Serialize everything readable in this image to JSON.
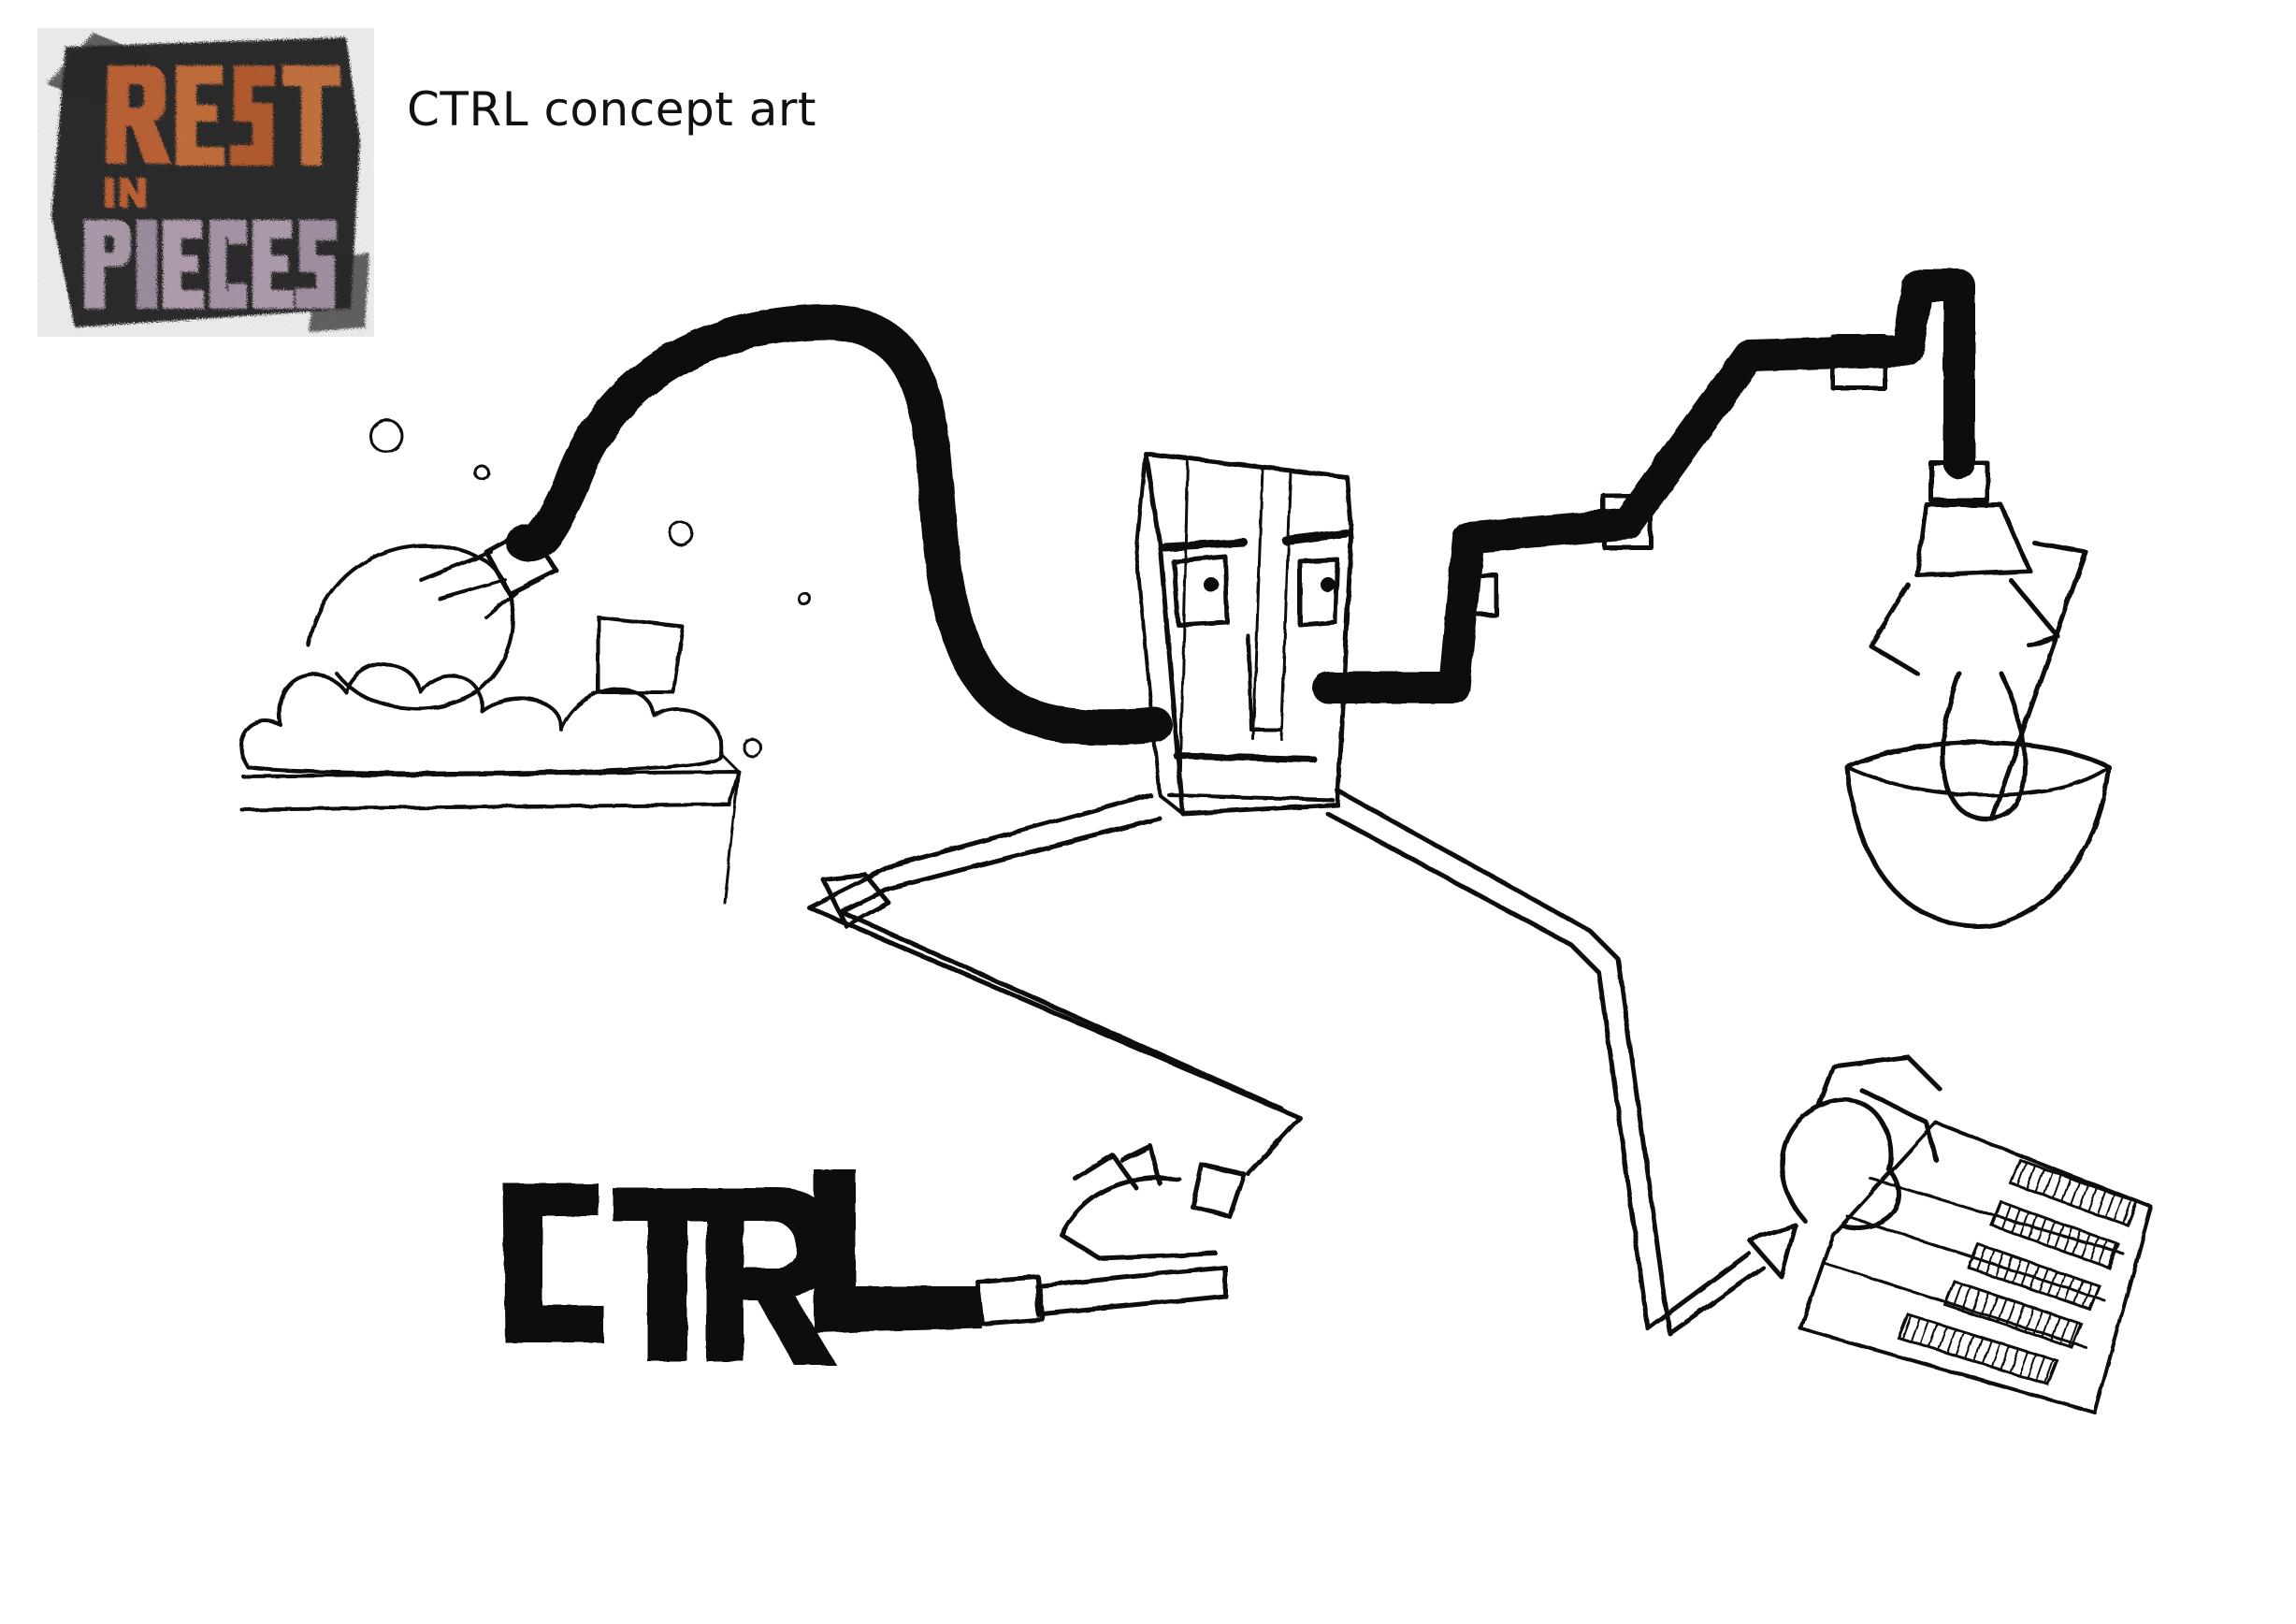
{
  "page": {
    "caption": "CTRL concept art"
  },
  "logo": {
    "lettering": [
      "REST",
      "IN",
      "PIECES"
    ],
    "colors": {
      "rest": "#c8693a",
      "in": "#c8693a",
      "pieces": "#b9a6b8",
      "smudge": "#1a1a1a"
    }
  },
  "sketch": {
    "lettering": "CTRL",
    "ink_color": "#111111",
    "paper_color": "#ffffff"
  }
}
